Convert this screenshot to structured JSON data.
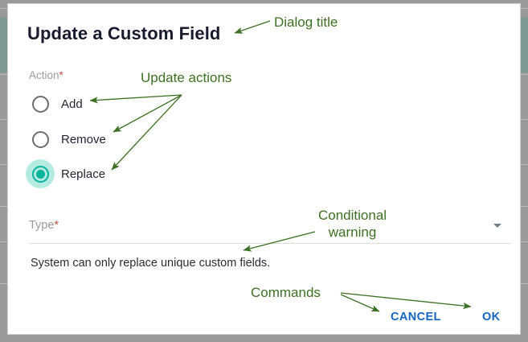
{
  "dialog": {
    "title": "Update a Custom Field",
    "action": {
      "label": "Action",
      "required_mark": "*",
      "options": [
        {
          "label": "Add",
          "selected": false
        },
        {
          "label": "Remove",
          "selected": false
        },
        {
          "label": "Replace",
          "selected": true
        }
      ]
    },
    "type": {
      "label": "Type",
      "required_mark": "*",
      "value": "",
      "caret_icon": "chevron-down-icon"
    },
    "warning": "System can only replace unique custom fields.",
    "commands": {
      "cancel": "CANCEL",
      "ok": "OK"
    }
  },
  "annotations": {
    "dialog_title": "Dialog title",
    "update_actions": "Update actions",
    "conditional_warning_line1": "Conditional",
    "conditional_warning_line2": "warning",
    "commands": "Commands"
  },
  "colors": {
    "accent_teal": "#00b39a",
    "accent_teal_halo": "#b6ebe2",
    "command_blue": "#1565c0",
    "annotation_green": "#3d7024",
    "required_red": "#b5574a",
    "label_gray": "#9b9b9b",
    "chrome_gray": "#9a9a9a"
  }
}
